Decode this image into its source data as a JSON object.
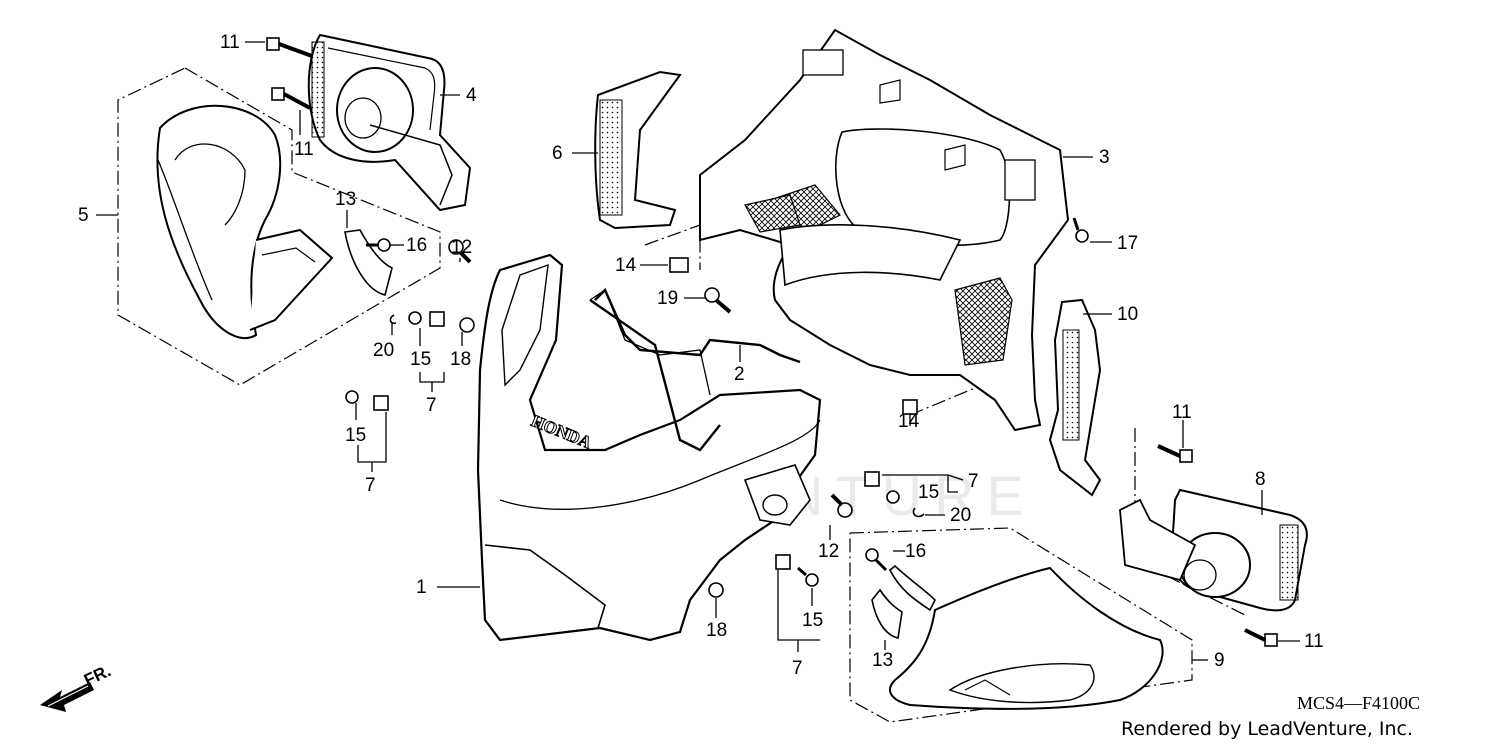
{
  "diagram": {
    "ref_code": "MCS4—F4100C",
    "credit": "Rendered by LeadVenture, Inc.",
    "watermark": "LEADVENTURE",
    "direction_label": "FR.",
    "brand_mark": "HONDA"
  },
  "callouts": [
    {
      "id": "c11a",
      "text": "11"
    },
    {
      "id": "c4",
      "text": "4"
    },
    {
      "id": "c11b",
      "text": "11"
    },
    {
      "id": "c5",
      "text": "5"
    },
    {
      "id": "c13a",
      "text": "13"
    },
    {
      "id": "c16a",
      "text": "16"
    },
    {
      "id": "c12a",
      "text": "12"
    },
    {
      "id": "c20a",
      "text": "20"
    },
    {
      "id": "c15a",
      "text": "15"
    },
    {
      "id": "c18a",
      "text": "18"
    },
    {
      "id": "c7a",
      "text": "7"
    },
    {
      "id": "c15b",
      "text": "15"
    },
    {
      "id": "c7b",
      "text": "7"
    },
    {
      "id": "c6",
      "text": "6"
    },
    {
      "id": "c14a",
      "text": "14"
    },
    {
      "id": "c19",
      "text": "19"
    },
    {
      "id": "c2",
      "text": "2"
    },
    {
      "id": "c3",
      "text": "3"
    },
    {
      "id": "c17",
      "text": "17"
    },
    {
      "id": "c10",
      "text": "10"
    },
    {
      "id": "c14b",
      "text": "14"
    },
    {
      "id": "c11c",
      "text": "11"
    },
    {
      "id": "c8",
      "text": "8"
    },
    {
      "id": "c7c",
      "text": "7"
    },
    {
      "id": "c15c",
      "text": "15"
    },
    {
      "id": "c20b",
      "text": "20"
    },
    {
      "id": "c12b",
      "text": "12"
    },
    {
      "id": "c16b",
      "text": "16"
    },
    {
      "id": "c1",
      "text": "1"
    },
    {
      "id": "c18b",
      "text": "18"
    },
    {
      "id": "c15d",
      "text": "15"
    },
    {
      "id": "c7d",
      "text": "7"
    },
    {
      "id": "c13b",
      "text": "13"
    },
    {
      "id": "c9",
      "text": "9"
    },
    {
      "id": "c11d",
      "text": "11"
    }
  ]
}
